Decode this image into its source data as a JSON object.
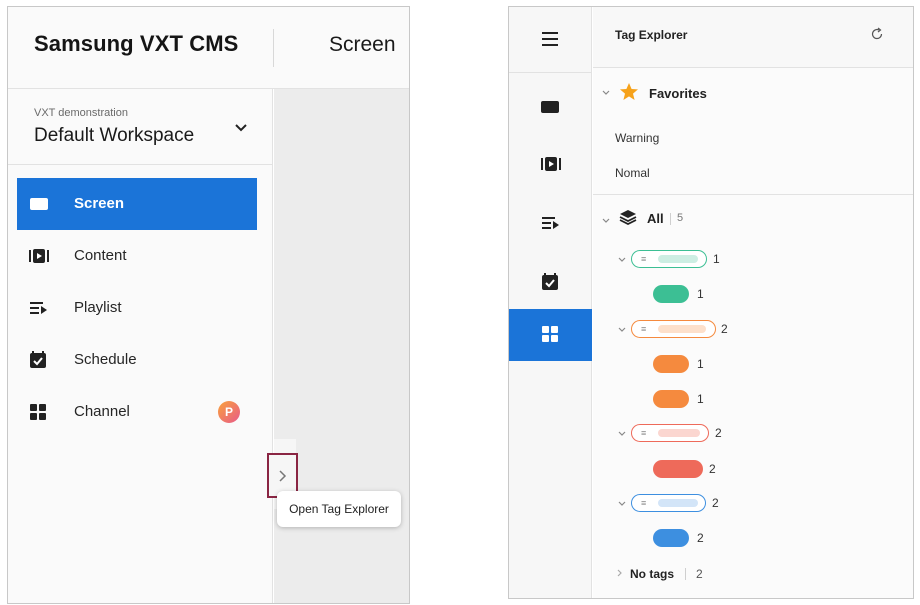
{
  "left": {
    "brand": "Samsung VXT CMS",
    "page_title": "Screen",
    "workspace": {
      "subtitle": "VXT demonstration",
      "name": "Default Workspace"
    },
    "nav": [
      {
        "label": "Screen",
        "icon": "screen-icon",
        "active": true
      },
      {
        "label": "Content",
        "icon": "content-icon",
        "active": false
      },
      {
        "label": "Playlist",
        "icon": "playlist-icon",
        "active": false
      },
      {
        "label": "Schedule",
        "icon": "schedule-icon",
        "active": false
      },
      {
        "label": "Channel",
        "icon": "channel-icon",
        "active": false,
        "badge": "P"
      }
    ],
    "tooltip": "Open Tag Explorer"
  },
  "right": {
    "title": "Tag Explorer",
    "favorites": {
      "label": "Favorites",
      "items": [
        "Warning",
        "Nomal"
      ]
    },
    "all": {
      "label": "All",
      "count": "5"
    },
    "groups": [
      {
        "color": "#3cbf94",
        "count": "1",
        "children": [
          "1"
        ]
      },
      {
        "color": "#f58a3e",
        "count": "2",
        "children": [
          "1",
          "1"
        ]
      },
      {
        "color": "#ee6a5a",
        "count": "2",
        "children": [
          "2"
        ]
      },
      {
        "color": "#3d8fe0",
        "count": "2",
        "children": [
          "2"
        ]
      }
    ],
    "no_tags": {
      "label": "No tags",
      "count": "2"
    }
  }
}
